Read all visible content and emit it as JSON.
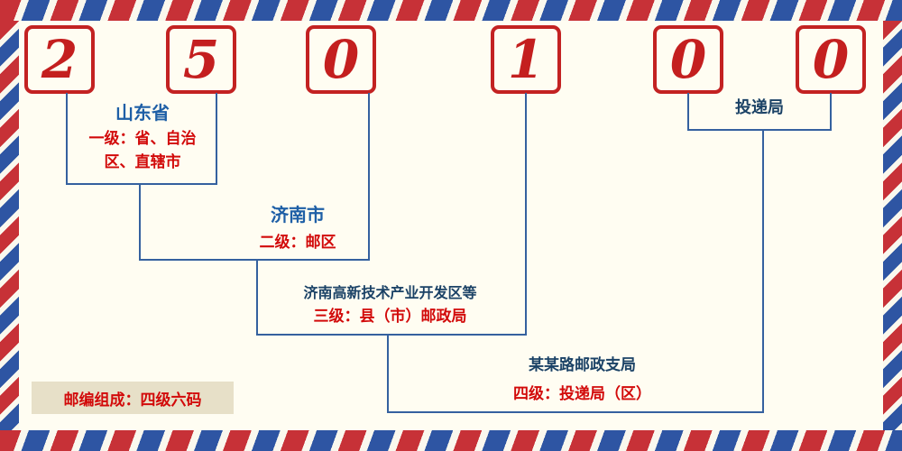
{
  "postal_code": {
    "digits": [
      "2",
      "5",
      "0",
      "1",
      "0",
      "0"
    ]
  },
  "labels": {
    "level1_place": "山东省",
    "level1_desc": "一级：省、自治区、直辖市",
    "level2_place": "济南市",
    "level2_desc": "二级：邮区",
    "level3_place": "济南高新技术产业开发区等",
    "level3_desc": "三级：县（市）邮政局",
    "level4_place": "某某路邮政支局",
    "level4_desc": "四级：投递局（区）",
    "delivery_bureau": "投递局",
    "footer_note": "邮编组成：四级六码"
  },
  "colors": {
    "digit_red": "#c41f1f",
    "box_border_red": "#c32222",
    "desc_red": "#d20a0a",
    "place_blue": "#1e5fa6",
    "place_navy": "#1b4266",
    "line_blue": "#35619f",
    "stripe_red": "#c73137",
    "stripe_blue": "#2e55a3",
    "background": "#fffdf2",
    "footer_bg": "#e7e0c8"
  }
}
